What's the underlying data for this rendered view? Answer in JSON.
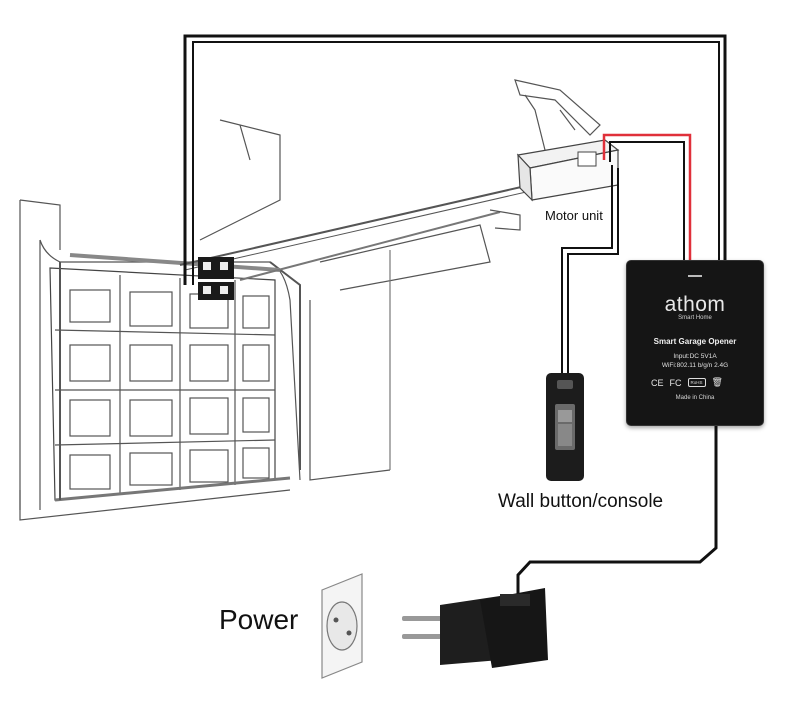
{
  "labels": {
    "motor_unit": "Motor unit",
    "wall_button": "Wall button/console",
    "power": "Power"
  },
  "device": {
    "brand": "athom",
    "tagline": "Smart Home",
    "title": "Smart Garage Opener",
    "input": "Input:DC 5V1A",
    "wifi": "WiFi:802.11 b/g/n 2.4G",
    "cert_ce": "CE",
    "cert_fcc": "FC",
    "cert_rohs": "RoHS",
    "origin": "Made in China"
  },
  "colors": {
    "wire_black": "#111111",
    "wire_red": "#e0303a",
    "device_body": "#151515",
    "line_art": "#555555"
  }
}
